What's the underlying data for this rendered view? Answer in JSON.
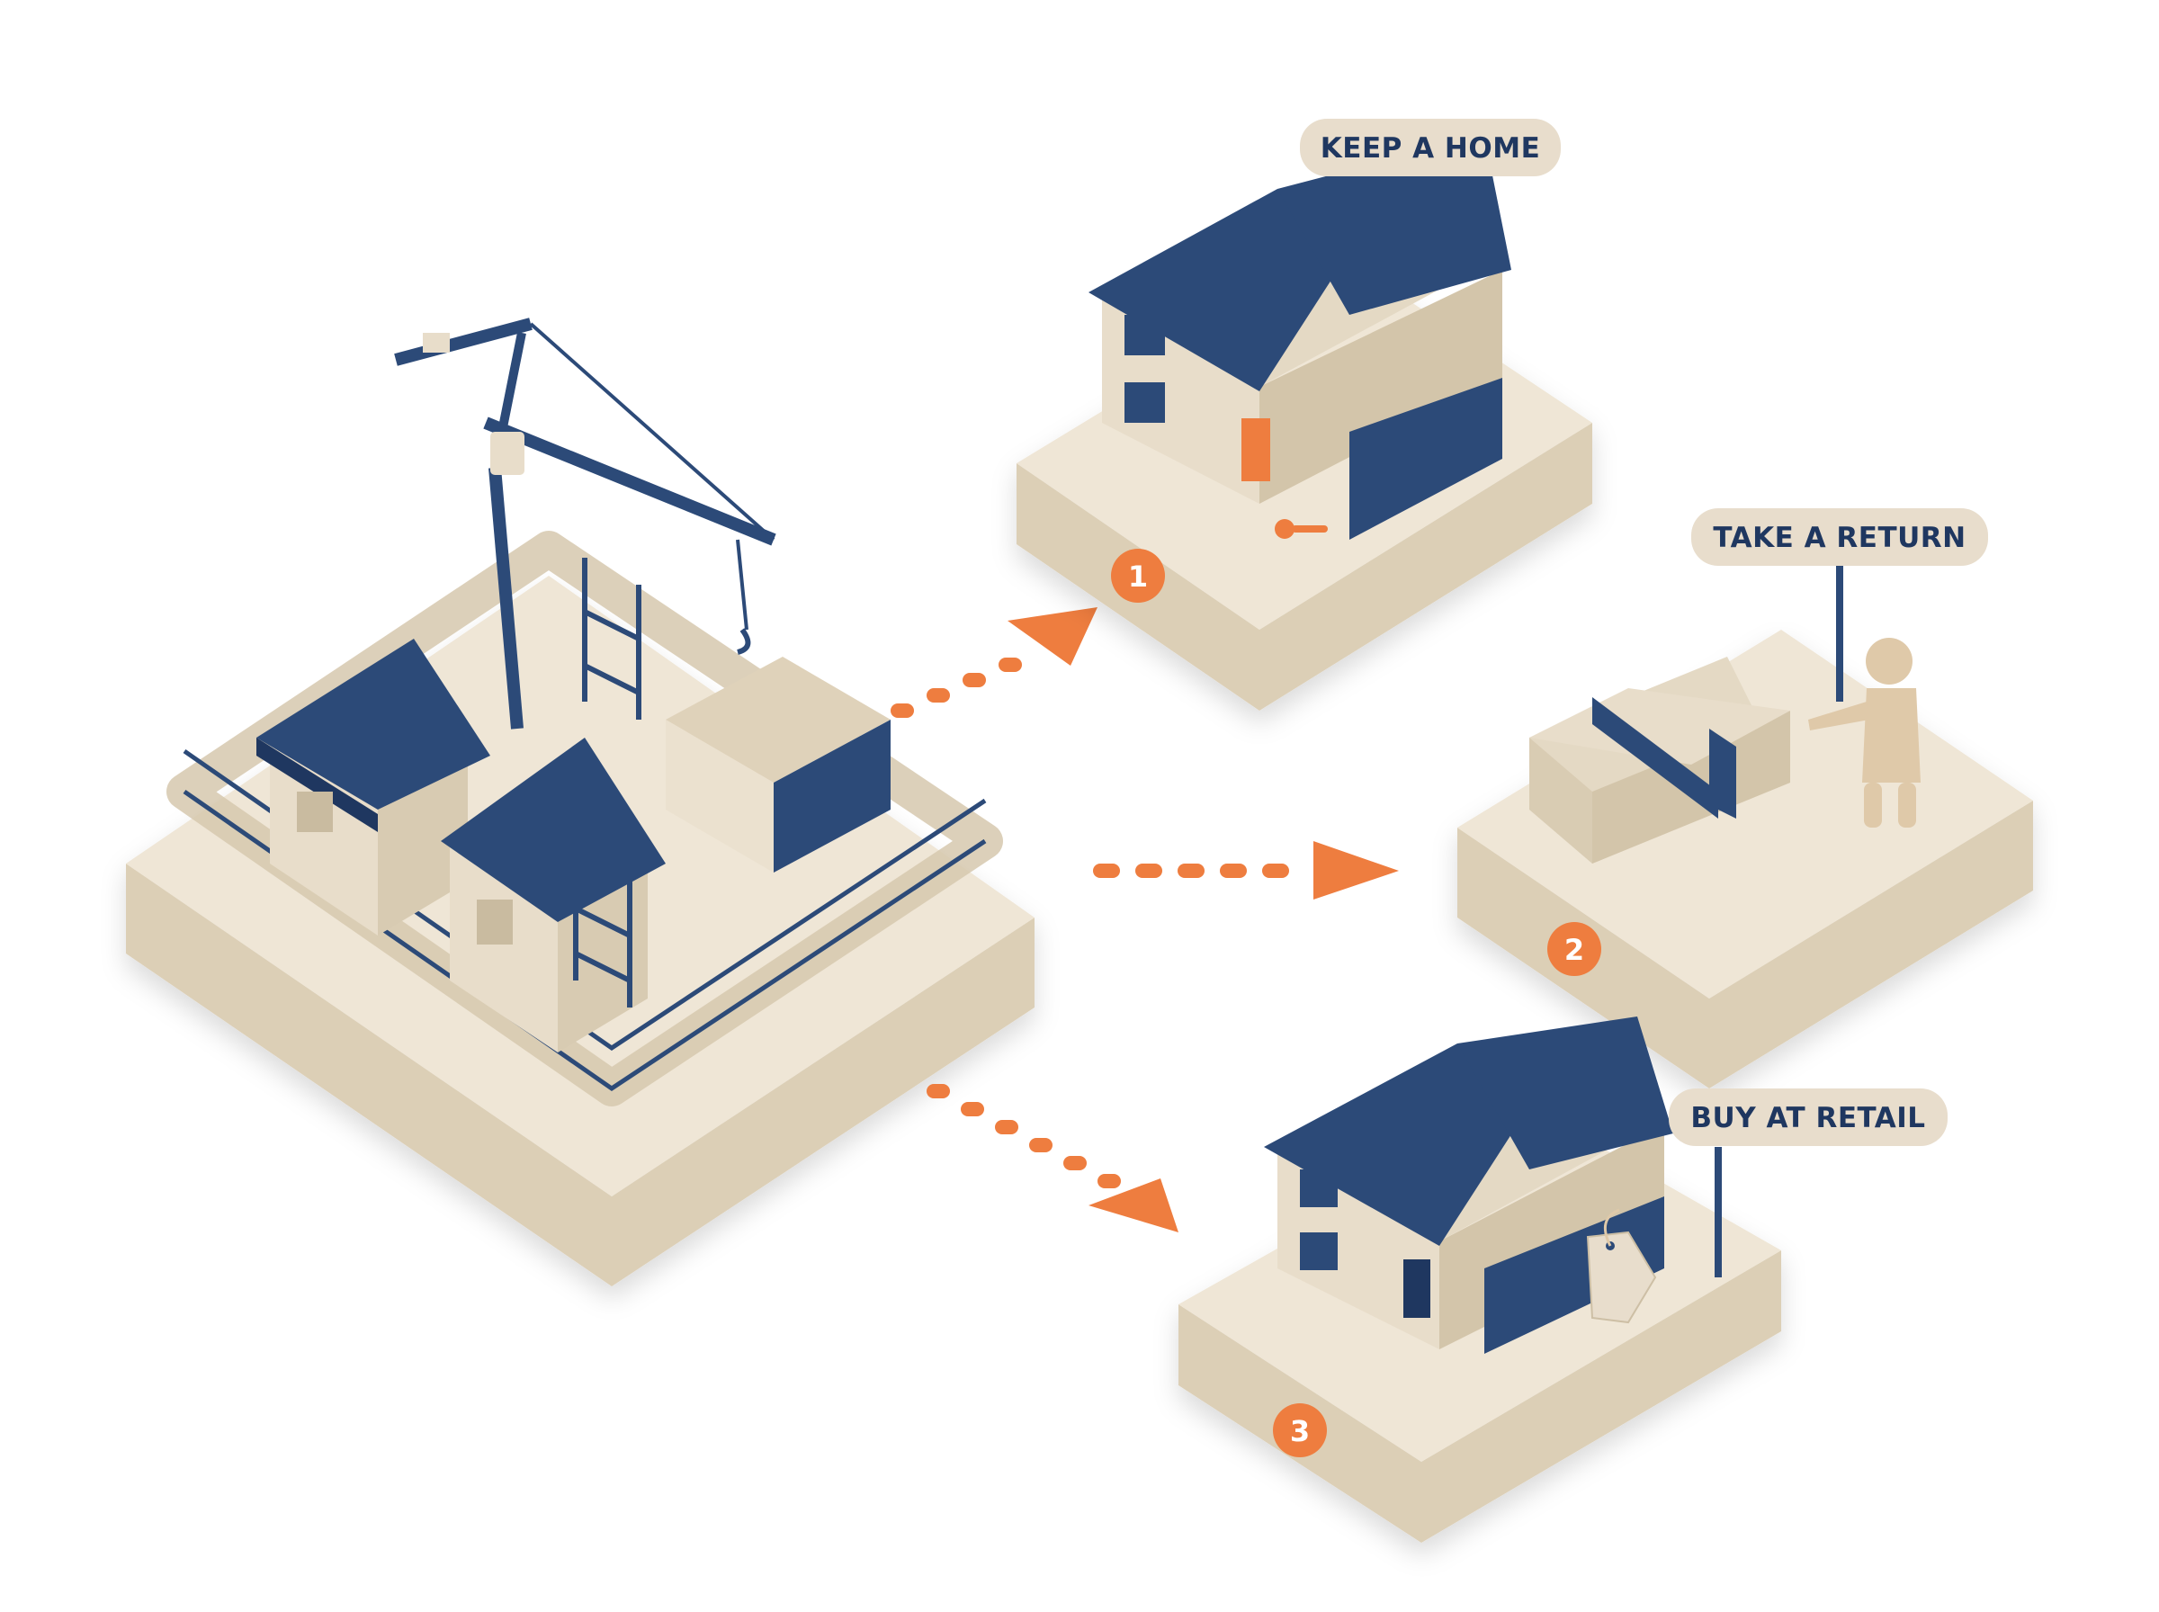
{
  "colors": {
    "navy": "#2c4a78",
    "navy_dark": "#1f3760",
    "cream": "#efe6d6",
    "cream_side": "#ddd0b8",
    "orange": "#ee7d3f",
    "sign_bg": "#e8ddcc",
    "sign_text": "#1f3760"
  },
  "options": [
    {
      "number": "1",
      "label": "KEEP A HOME",
      "icon": "key-icon"
    },
    {
      "number": "2",
      "label": "TAKE A RETURN",
      "icon": "money-stack-icon"
    },
    {
      "number": "3",
      "label": "BUY AT RETAIL",
      "icon": "price-tag-icon"
    }
  ],
  "source": {
    "icon": "construction-crane-icon"
  }
}
